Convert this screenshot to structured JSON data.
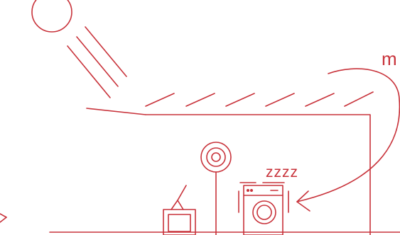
{
  "illustration": {
    "accent_color": "#c8323a",
    "corner_label": "m",
    "sleep_label": "zzzz",
    "icons": [
      "sun-icon",
      "sun-ray-lines",
      "solar-panel-roof",
      "house-outline",
      "television-icon",
      "antenna-icon",
      "washing-machine-icon",
      "curved-arrow-icon"
    ]
  }
}
